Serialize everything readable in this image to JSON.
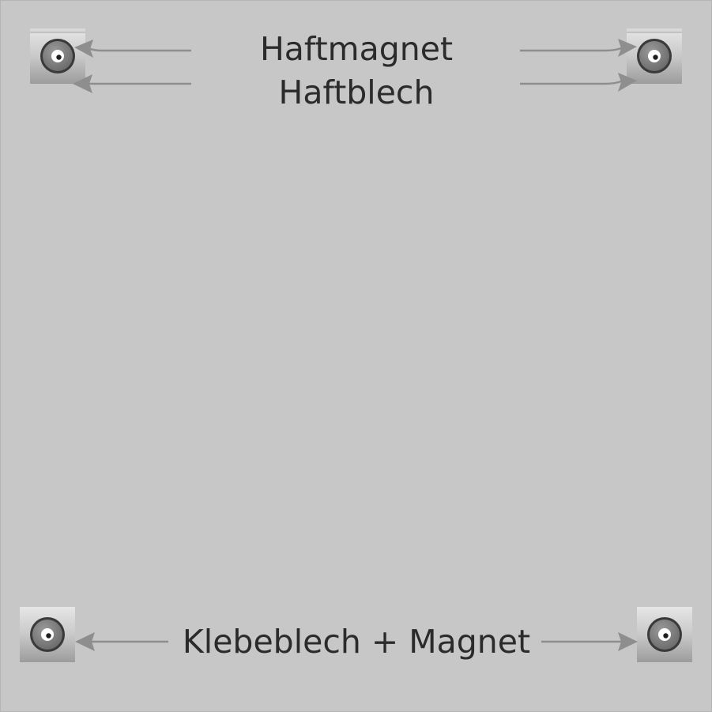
{
  "labels": {
    "haftmagnet": "Haftmagnet",
    "haftblech": "Haftblech",
    "klebeblech_magnet": "Klebeblech + Magnet"
  },
  "colors": {
    "background": "#c6c7c6",
    "text": "#2b2b2b",
    "arrow": "#8e8e8e"
  },
  "icons": {
    "corner_part": "magnet-disc-icon"
  }
}
